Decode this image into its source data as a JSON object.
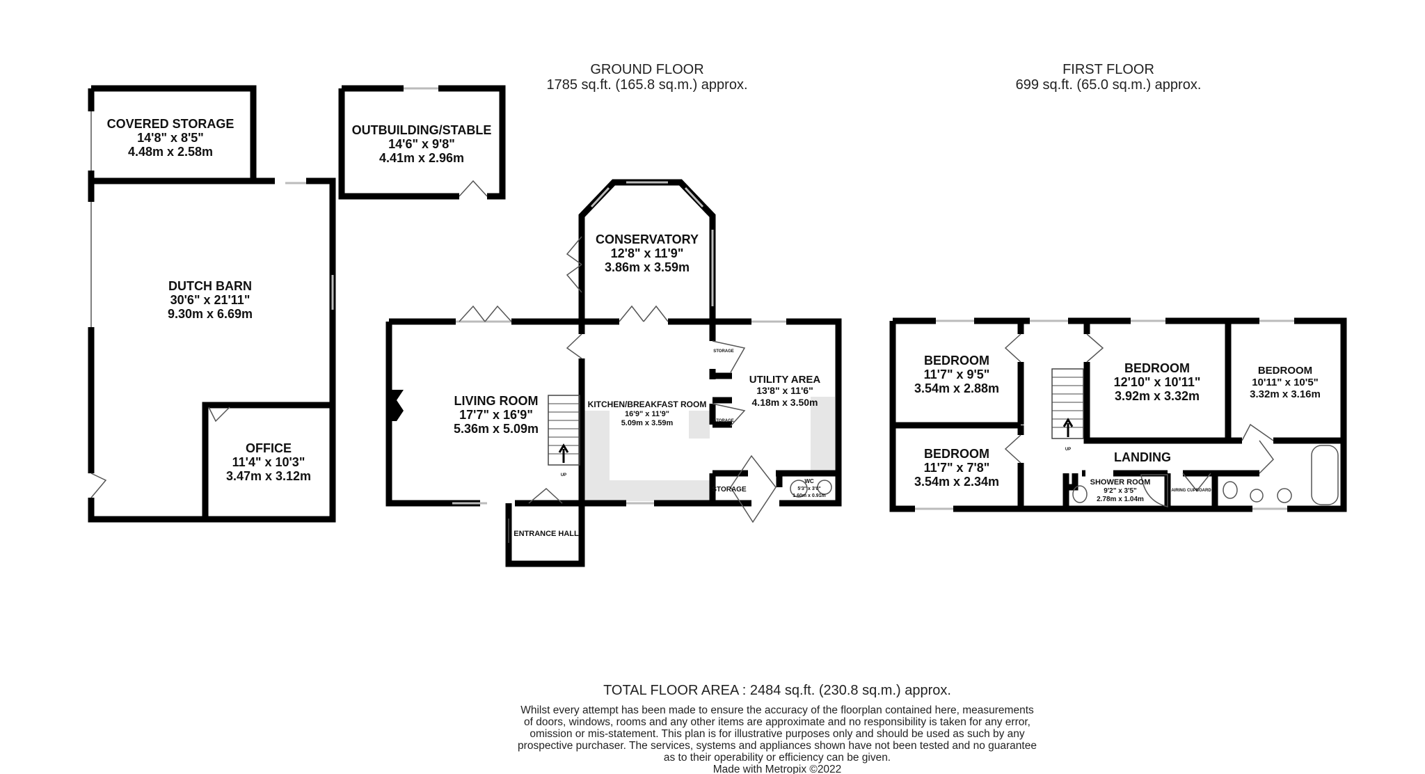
{
  "ground_floor": {
    "title": "GROUND FLOOR",
    "area": "1785 sq.ft. (165.8 sq.m.) approx."
  },
  "first_floor": {
    "title": "FIRST FLOOR",
    "area": "699 sq.ft. (65.0 sq.m.) approx."
  },
  "rooms": {
    "covered_storage": {
      "name": "COVERED STORAGE",
      "imperial": "14'8\"  x 8'5\"",
      "metric": "4.48m  x 2.58m"
    },
    "outbuilding": {
      "name": "OUTBUILDING/STABLE",
      "imperial": "14'6\"  x 9'8\"",
      "metric": "4.41m  x 2.96m"
    },
    "dutch_barn": {
      "name": "DUTCH BARN",
      "imperial": "30'6\"  x 21'11\"",
      "metric": "9.30m  x 6.69m"
    },
    "office": {
      "name": "OFFICE",
      "imperial": "11'4\"  x 10'3\"",
      "metric": "3.47m  x 3.12m"
    },
    "conservatory": {
      "name": "CONSERVATORY",
      "imperial": "12'8\"  x 11'9\"",
      "metric": "3.86m  x 3.59m"
    },
    "living_room": {
      "name": "LIVING ROOM",
      "imperial": "17'7\"  x 16'9\"",
      "metric": "5.36m  x 5.09m"
    },
    "kitchen": {
      "name": "KITCHEN/BREAKFAST ROOM",
      "imperial": "16'9\"  x 11'9\"",
      "metric": "5.09m  x 3.59m"
    },
    "utility": {
      "name": "UTILITY AREA",
      "imperial": "13'8\"  x 11'6\"",
      "metric": "4.18m  x 3.50m"
    },
    "storage_top": {
      "name": "STORAGE"
    },
    "storage_mid": {
      "name": "STORAGE"
    },
    "storage_bottom": {
      "name": "STORAGE"
    },
    "wc": {
      "name": "WC",
      "imperial": "5'3\"  x 3'0\"",
      "metric": "1.60m  x 0.91m"
    },
    "entrance_hall": {
      "name": "ENTRANCE HALL"
    },
    "stairs_up_ground": {
      "name": "UP"
    },
    "bedroom_1": {
      "name": "BEDROOM",
      "imperial": "11'7\"  x 9'5\"",
      "metric": "3.54m  x 2.88m"
    },
    "bedroom_2": {
      "name": "BEDROOM",
      "imperial": "11'7\"  x 7'8\"",
      "metric": "3.54m  x 2.34m"
    },
    "bedroom_3": {
      "name": "BEDROOM",
      "imperial": "12'10\"  x 10'11\"",
      "metric": "3.92m  x 3.32m"
    },
    "bedroom_4": {
      "name": "BEDROOM",
      "imperial": "10'11\"  x 10'5\"",
      "metric": "3.32m  x 3.16m"
    },
    "landing": {
      "name": "LANDING"
    },
    "stairs_up_first": {
      "name": "UP"
    },
    "shower_room": {
      "name": "SHOWER ROOM",
      "imperial": "9'2\"  x 3'5\"",
      "metric": "2.78m  x 1.04m"
    },
    "airing_cupboard": {
      "name": "AIRING CUPBOARD"
    }
  },
  "footer": {
    "total_area": "TOTAL FLOOR AREA : 2484 sq.ft. (230.8 sq.m.) approx.",
    "disclaimer": [
      "Whilst every attempt has been made to ensure the accuracy of the floorplan contained here, measurements",
      "of doors, windows, rooms and any other items are approximate and no responsibility is taken for any error,",
      "omission or mis-statement. This plan is for illustrative purposes only and should be used as such by any",
      "prospective purchaser. The services, systems and appliances shown have not been tested and no guarantee",
      "as to their operability or efficiency can be given."
    ],
    "credit": "Made with Metropix ©2022"
  }
}
